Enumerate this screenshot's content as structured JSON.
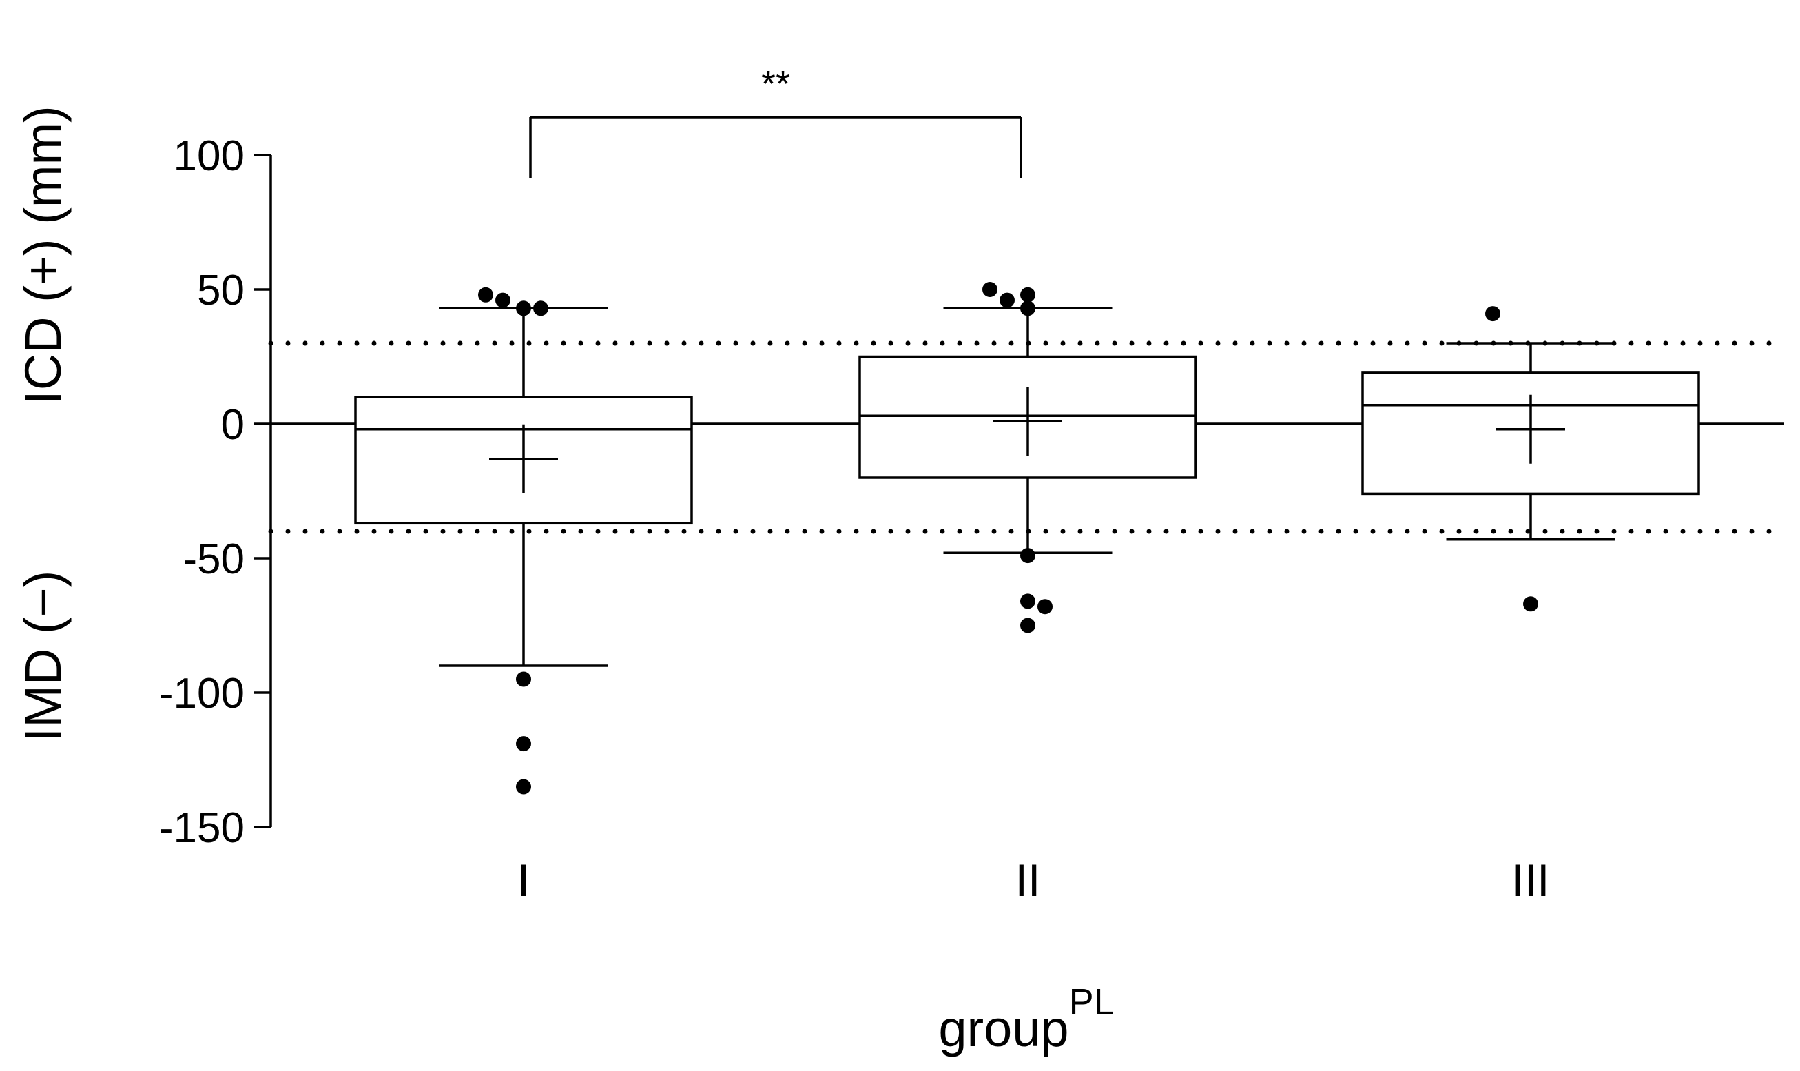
{
  "chart_data": {
    "type": "box",
    "title": "",
    "ylabel_top": "ICD (+) (mm)",
    "ylabel_bottom": "IMD (−)",
    "xlabel": "group",
    "xlabel_superscript": "PL",
    "ylim": [
      -150,
      100
    ],
    "yticks": [
      100,
      50,
      0,
      -50,
      -100,
      -150
    ],
    "categories": [
      "I",
      "II",
      "III"
    ],
    "reference_lines": [
      {
        "value": 30,
        "style": "dotted"
      },
      {
        "value": -40,
        "style": "dotted"
      },
      {
        "value": 0,
        "style": "solid"
      }
    ],
    "boxes": [
      {
        "category": "I",
        "q1": -37,
        "median": -2,
        "q3": 10,
        "whisker_low": -90,
        "whisker_high": 43,
        "mean": -13,
        "outliers": [
          48,
          43,
          43,
          46,
          -95,
          -119,
          -135
        ]
      },
      {
        "category": "II",
        "q1": -20,
        "median": 3,
        "q3": 25,
        "whisker_low": -48,
        "whisker_high": 43,
        "mean": 1,
        "outliers": [
          50,
          46,
          43,
          48,
          -49,
          -66,
          -68,
          -75
        ]
      },
      {
        "category": "III",
        "q1": -26,
        "median": 7,
        "q3": 19,
        "whisker_low": -43,
        "whisker_high": 30,
        "mean": -2,
        "outliers": [
          41,
          -67
        ]
      }
    ],
    "significance": [
      {
        "from": "I",
        "to": "II",
        "label": "**"
      }
    ]
  }
}
